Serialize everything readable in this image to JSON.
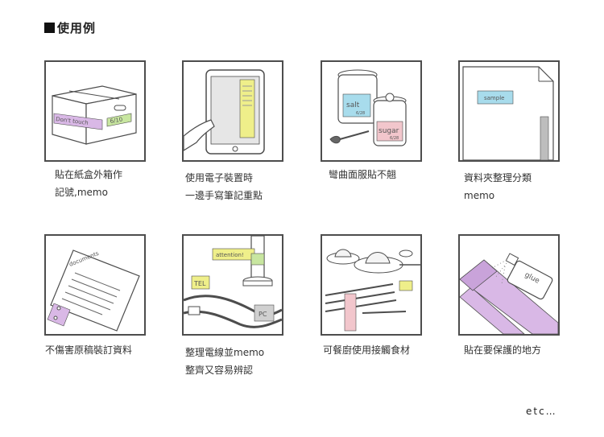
{
  "header": {
    "title": "使用例"
  },
  "examples": [
    {
      "lines": [
        "貼在紙盒外箱作",
        "記號,memo"
      ],
      "tag1": "Don't touch",
      "tag2": "6/10"
    },
    {
      "lines": [
        "使用電子裝置時",
        "一邊手寫筆記重點"
      ]
    },
    {
      "lines": [
        "彎曲面服貼不翹"
      ],
      "tag1": "salt",
      "tag2": "sugar",
      "date1": "6/28",
      "date2": "6/28"
    },
    {
      "lines": [
        "資料夾整理分類",
        "memo"
      ],
      "tag1": "sample"
    },
    {
      "lines": [
        "不傷害原稿裝訂資料"
      ],
      "tag1": "documents"
    },
    {
      "lines": [
        "整理電線並memo",
        "整齊又容易辨認"
      ],
      "tag1": "attention!",
      "tag2": "TEL",
      "tag3": "PC"
    },
    {
      "lines": [
        "可餐廚使用接觸食材"
      ]
    },
    {
      "lines": [
        "貼在要保護的地方"
      ],
      "tag1": "glue"
    }
  ],
  "footer": {
    "etc": "etc…"
  },
  "colors": {
    "purple": "#d9b8e6",
    "yellow": "#efef8a",
    "green": "#c8e6a0",
    "blue": "#a8dcec",
    "pink": "#f2c6cc",
    "grey_tape": "#bdbdbd",
    "outline": "#4d4d4d"
  }
}
